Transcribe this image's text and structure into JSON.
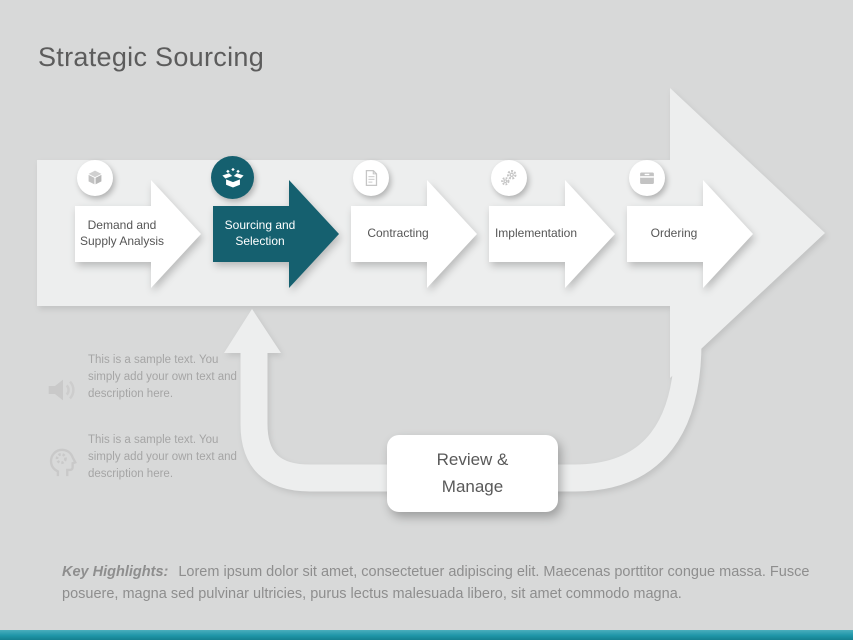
{
  "title": "Strategic Sourcing",
  "steps": [
    {
      "label": "Demand and Supply Analysis",
      "icon": "package-cube-icon",
      "active": false
    },
    {
      "label": "Sourcing and Selection",
      "icon": "open-box-icon",
      "active": true
    },
    {
      "label": "Contracting",
      "icon": "document-icon",
      "active": false
    },
    {
      "label": "Implementation",
      "icon": "gears-icon",
      "active": false
    },
    {
      "label": "Ordering",
      "icon": "order-box-icon",
      "active": false
    }
  ],
  "loop": {
    "label": "Review & Manage"
  },
  "notes": [
    {
      "icon": "speaker-icon",
      "text": "This is a sample text. You simply add your own text and description here."
    },
    {
      "icon": "head-idea-icon",
      "text": "This is a sample text. You simply add your own text and description here."
    }
  ],
  "footer": {
    "heading": "Key Highlights:",
    "body": "Lorem ipsum dolor sit amet, consectetuer adipiscing elit. Maecenas porttitor congue massa. Fusce posuere, magna sed pulvinar ultricies, purus lectus malesuada libero, sit amet commodo magna."
  },
  "colors": {
    "background": "#D8D9D9",
    "flow_shape": "#EDEEEE",
    "teal": "#15606F",
    "accent_bar": "#1F96A8",
    "title_text": "#5C5C5C",
    "step_text": "#565656",
    "note_text": "#A5A5A5",
    "footer_text": "#8E8E8E"
  }
}
